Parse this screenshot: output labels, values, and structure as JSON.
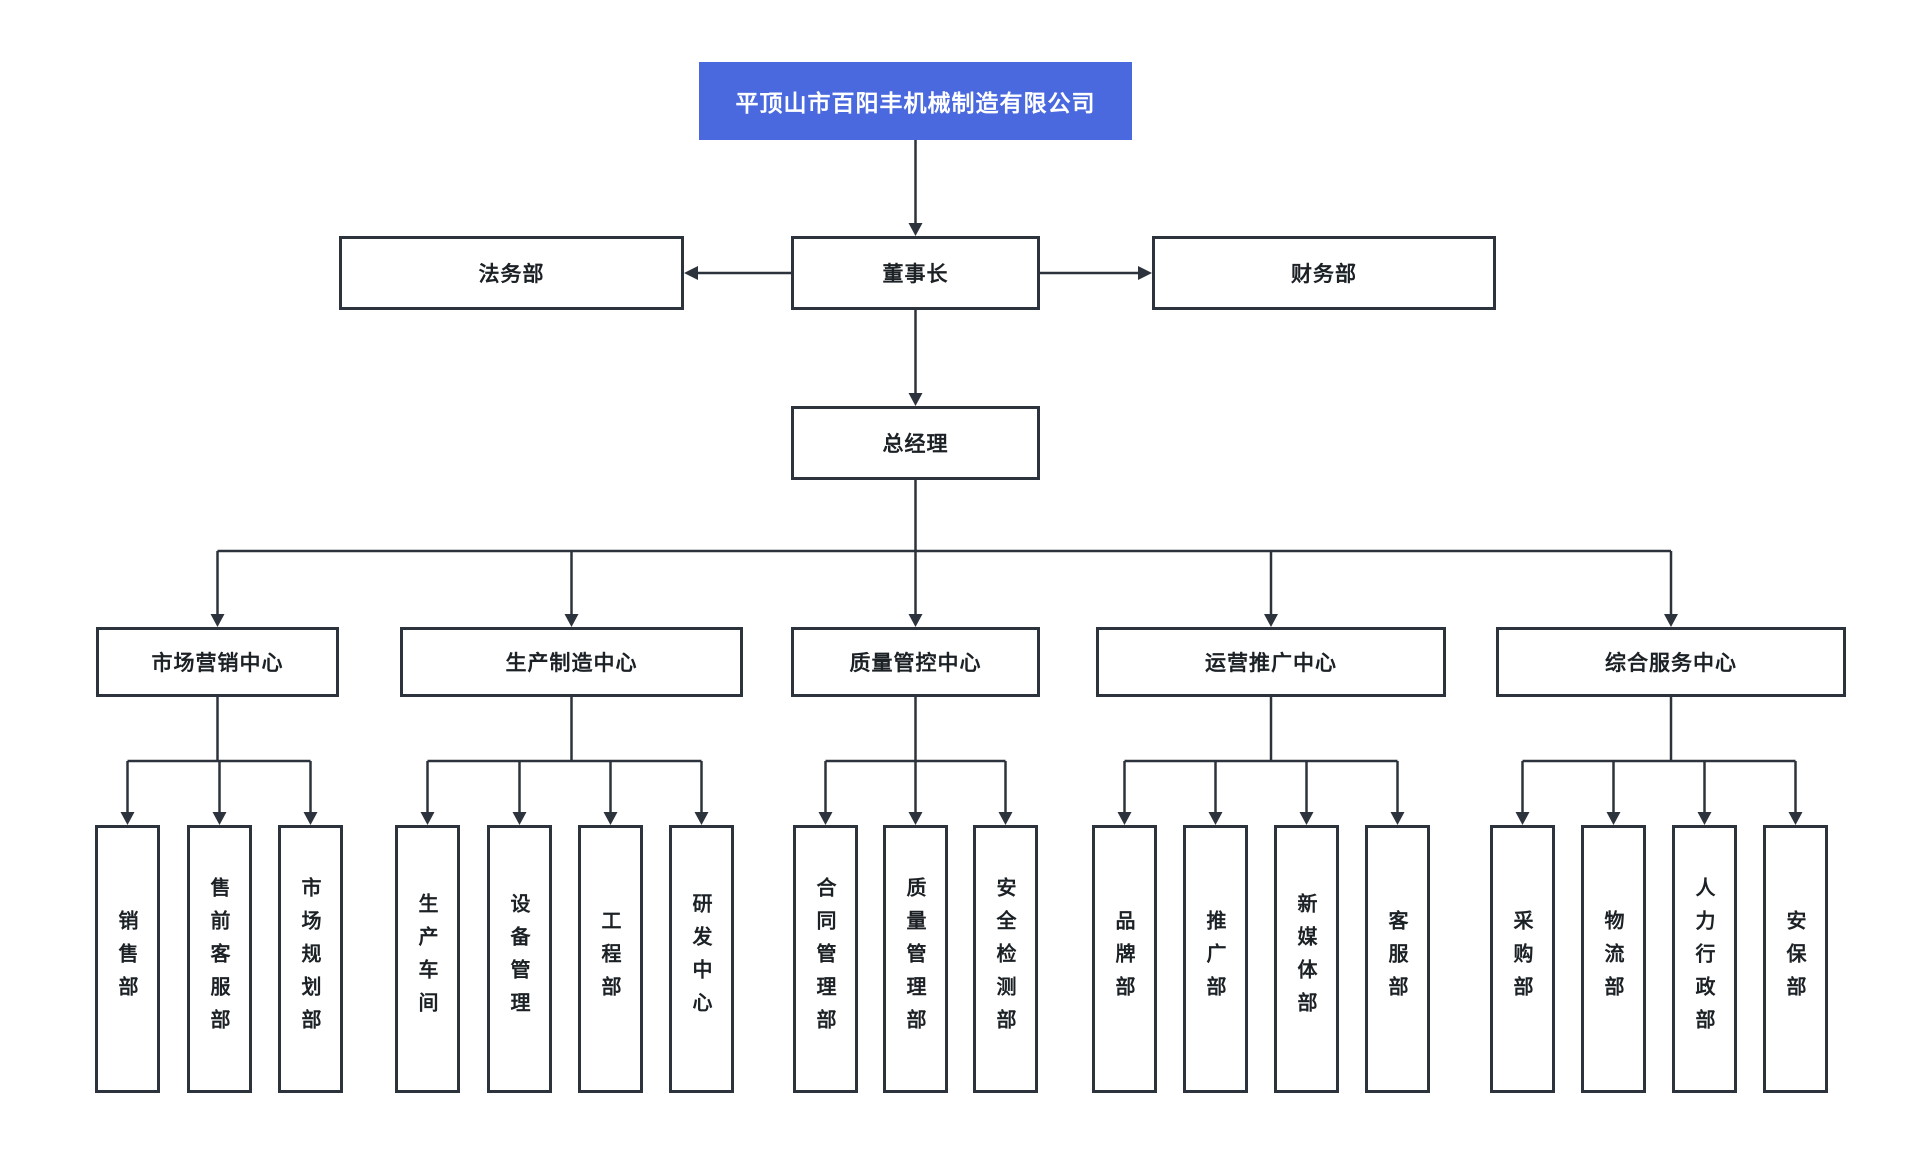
{
  "diagram": {
    "title": {
      "label": "平顶山市百阳丰机械制造有限公司"
    },
    "colors": {
      "accent_blue": "#4a69de",
      "line_dark": "#2d333c",
      "box_background": "#ffffff",
      "text_dark": "#1c2126",
      "text_light": "#ffffff"
    },
    "nodes": {
      "chairman": "董事长",
      "legal": "法务部",
      "finance": "财务部",
      "general_manager": "总经理"
    },
    "centers": [
      {
        "label": "市场营销中心",
        "departments": [
          "销售部",
          "售前客服部",
          "市场规划部"
        ]
      },
      {
        "label": "生产制造中心",
        "departments": [
          "生产车间",
          "设备管理",
          "工程部",
          "研发中心"
        ]
      },
      {
        "label": "质量管控中心",
        "departments": [
          "合同管理部",
          "质量管理部",
          "安全检测部"
        ]
      },
      {
        "label": "运营推广中心",
        "departments": [
          "品牌部",
          "推广部",
          "新媒体部",
          "客服部"
        ]
      },
      {
        "label": "综合服务中心",
        "departments": [
          "采购部",
          "物流部",
          "人力行政部",
          "安保部"
        ]
      }
    ]
  }
}
